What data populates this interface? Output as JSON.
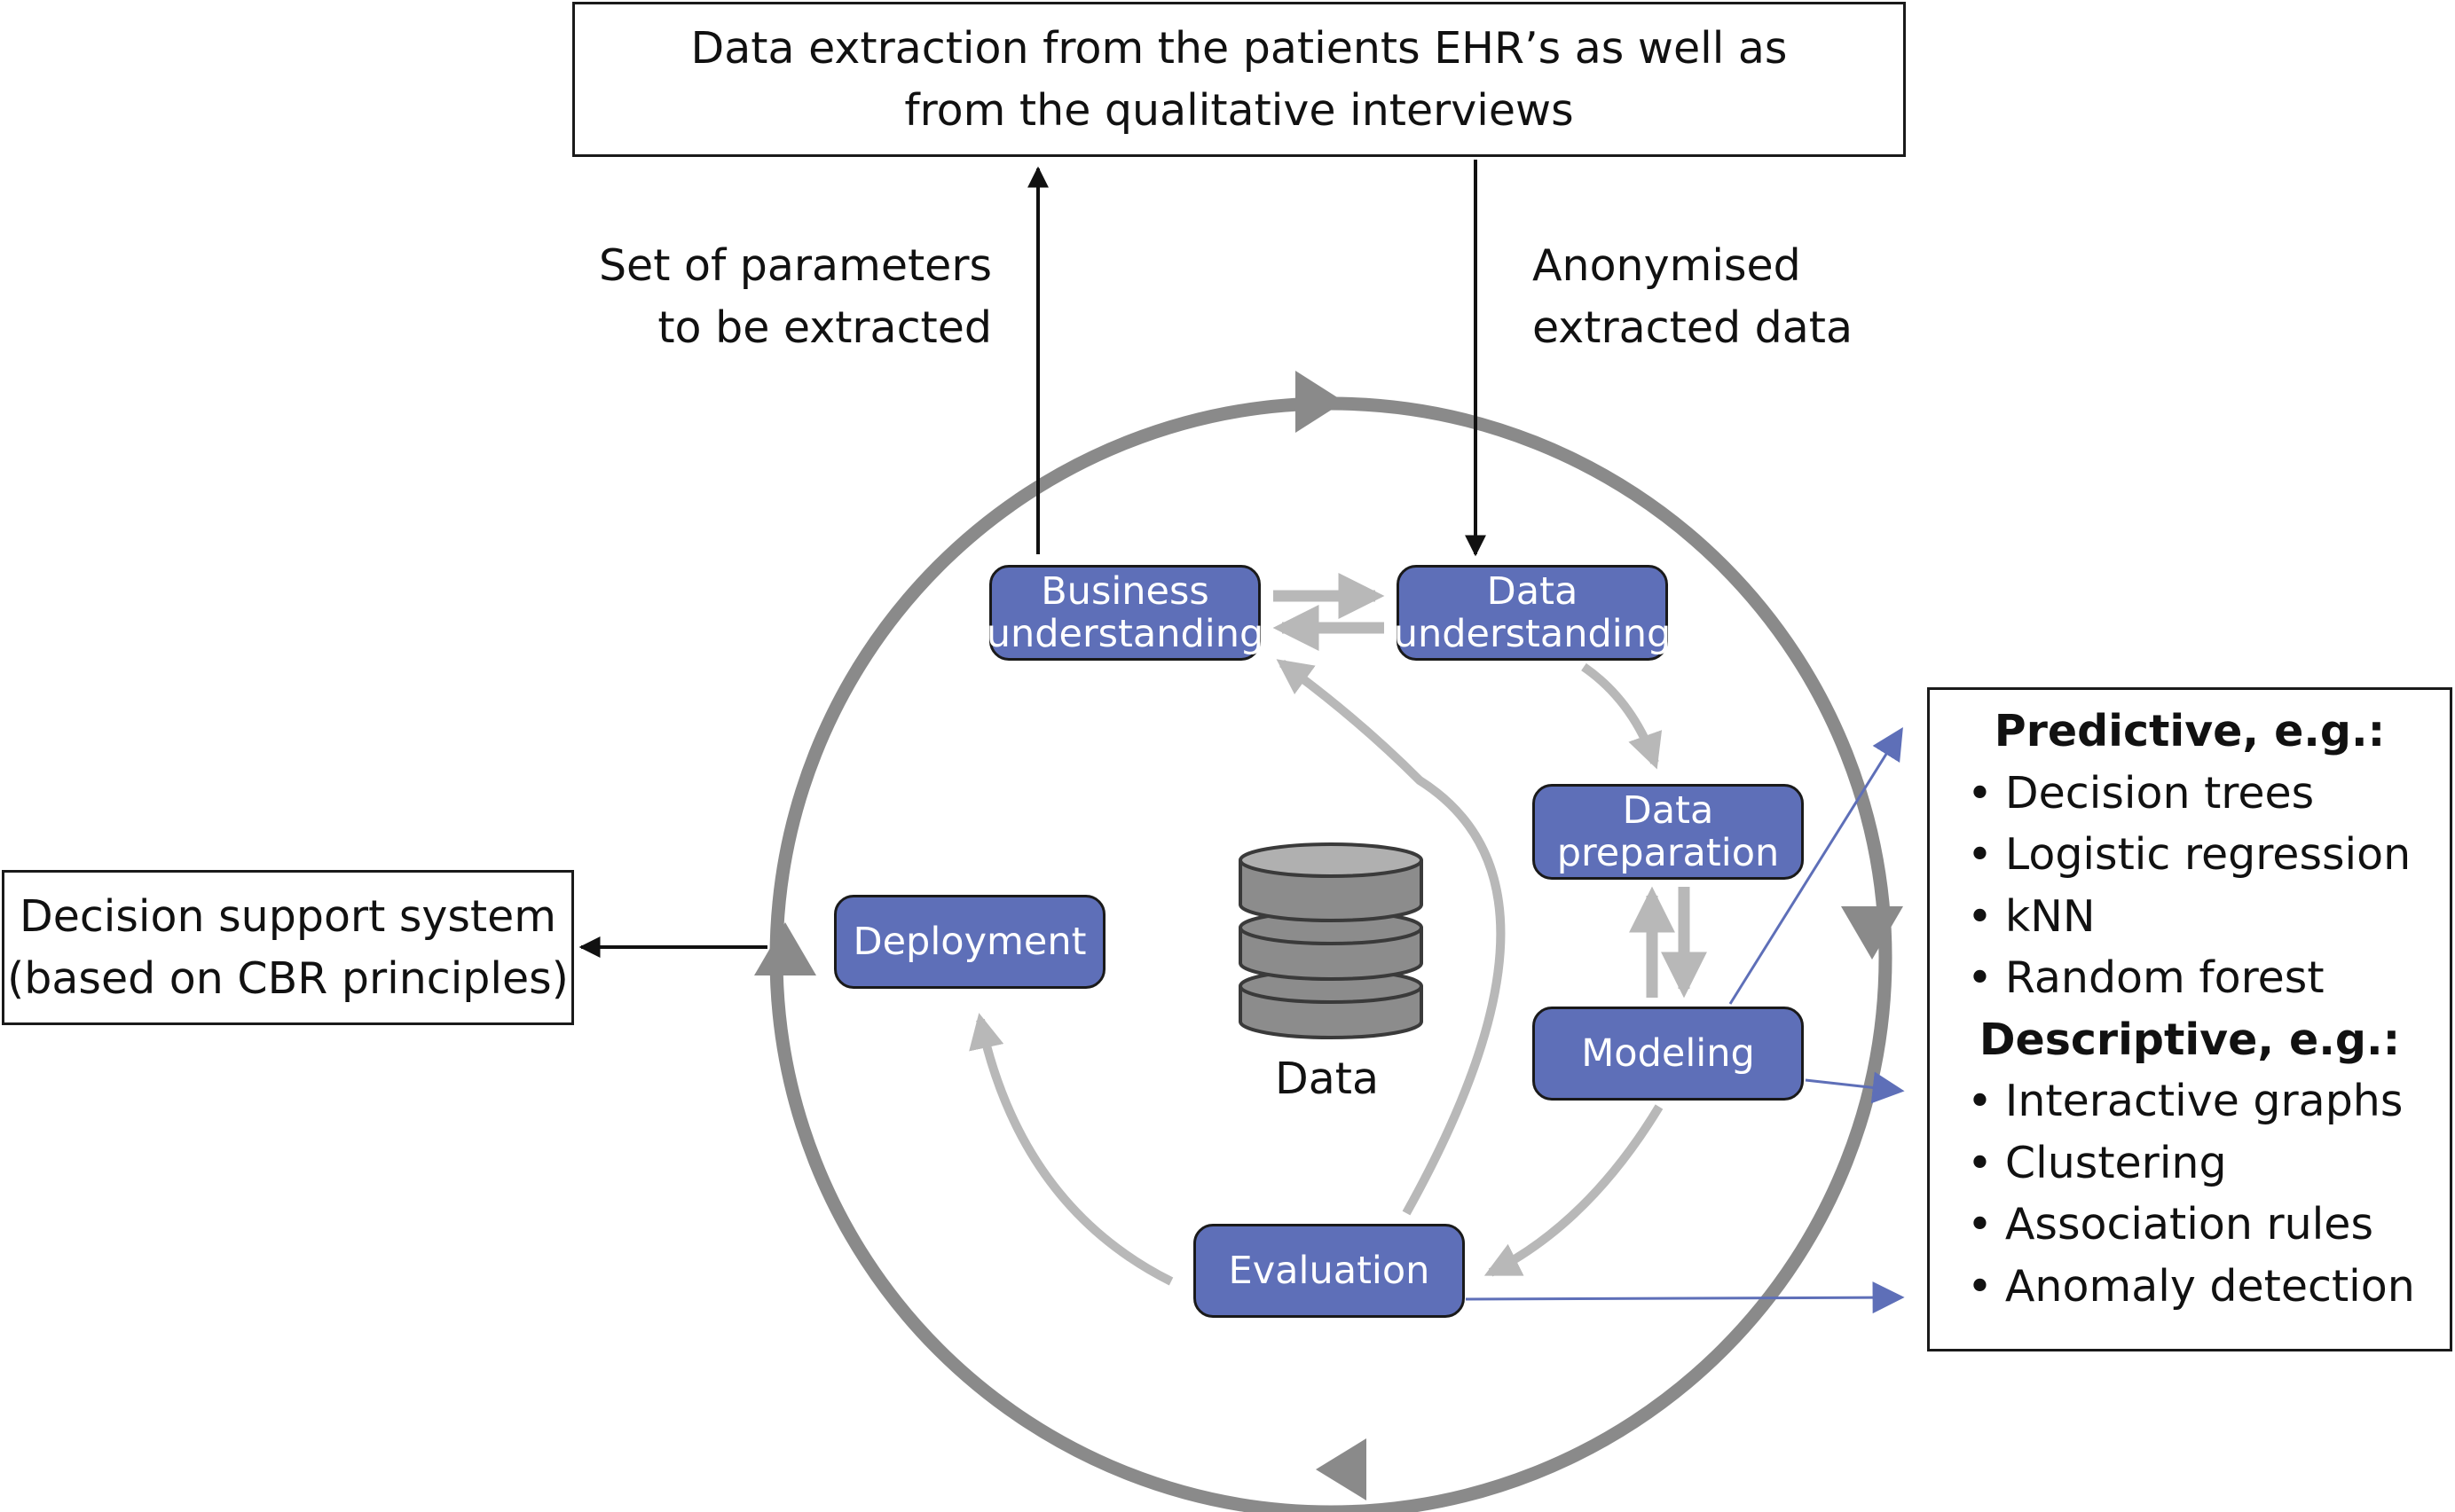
{
  "top_box": {
    "line1": "Data extraction from the patients EHR’s as well as",
    "line2": "from the qualitative interviews"
  },
  "left_label": {
    "line1": "Set of parameters",
    "line2": "to be extracted"
  },
  "right_label": {
    "line1": "Anonymised",
    "line2": "extracted data"
  },
  "dss_box": {
    "line1": "Decision support system",
    "line2": "(based on CBR principles)"
  },
  "nodes": {
    "business": {
      "line1": "Business",
      "line2": "understanding"
    },
    "data_understanding": {
      "line1": "Data",
      "line2": "understanding"
    },
    "data_preparation": {
      "line1": "Data",
      "line2": "preparation"
    },
    "modeling": "Modeling",
    "evaluation": "Evaluation",
    "deployment": "Deployment"
  },
  "database_label": "Data",
  "methods": {
    "predictive_header": "Predictive, e.g.:",
    "predictive": [
      "Decision trees",
      "Logistic regression",
      "kNN",
      "Random forest"
    ],
    "descriptive_header": "Descriptive, e.g.:",
    "descriptive": [
      "Interactive graphs",
      "Clustering",
      "Association rules",
      "Anomaly detection"
    ],
    "bullet": "•"
  },
  "colors": {
    "node_fill": "#5e6fb8",
    "cycle_gray": "#8a8a8a",
    "flow_gray": "#b8b8b8",
    "blue_arrow": "#5e6fb8",
    "black": "#111111"
  }
}
